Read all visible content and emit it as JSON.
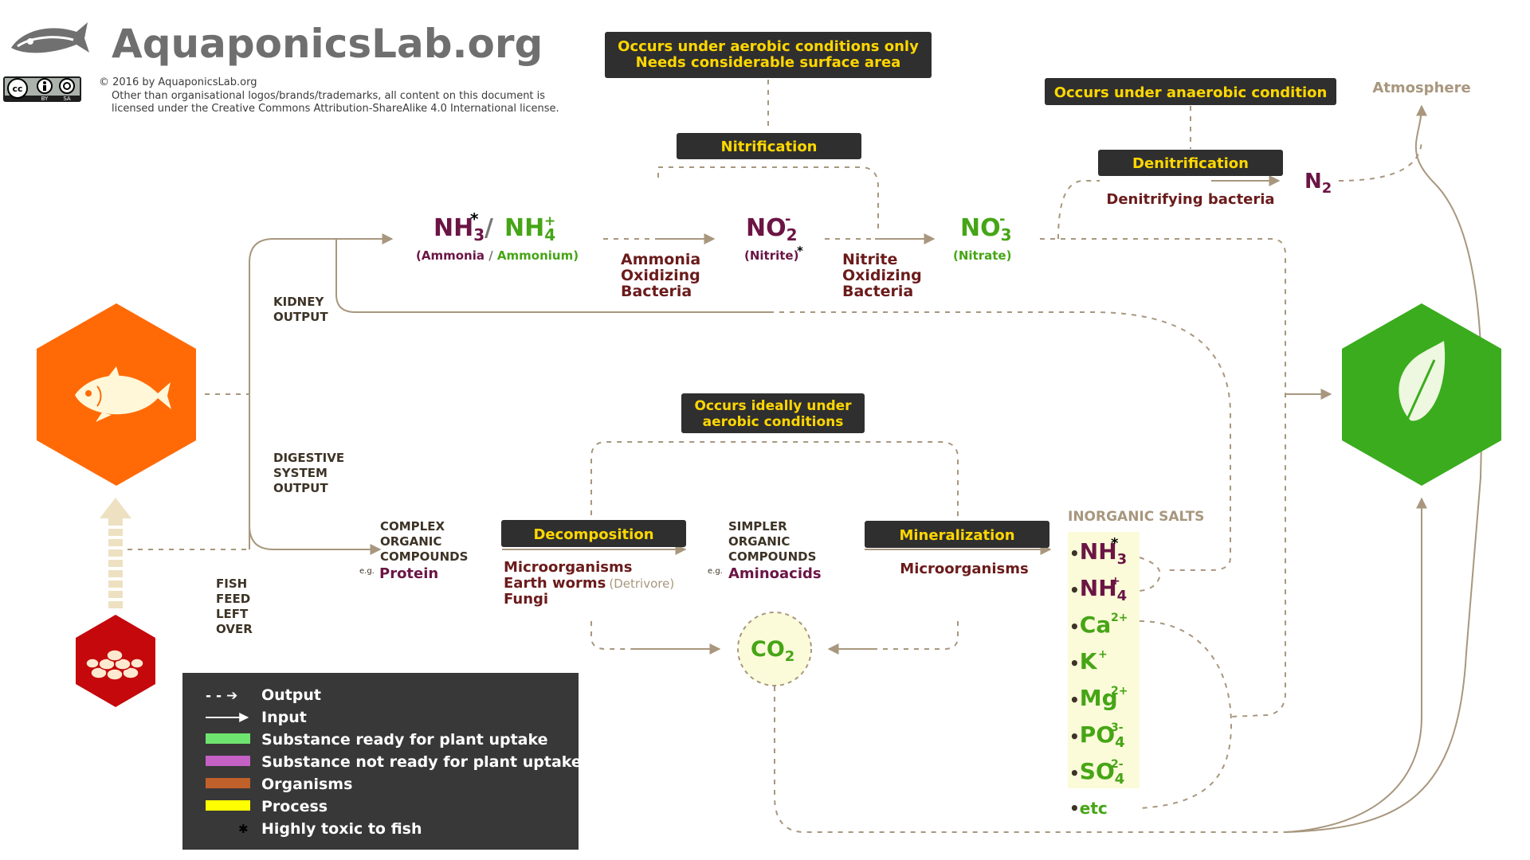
{
  "header": {
    "site_title": "AquaponicsLab.org",
    "copyright": "© 2016 by AquaponicsLab.org",
    "license_line1": "Other than organisational logos/brands/trademarks, all content on this document is",
    "license_line2": "licensed under the Creative Commons Attribution-ShareAlike 4.0 International license.",
    "cc_badge": {
      "cc": "cc",
      "by": "BY",
      "sa": "SA"
    }
  },
  "notes": {
    "nitrification_1": "Occurs under aerobic conditions only",
    "nitrification_2": "Needs considerable surface area",
    "denitrification": "Occurs under anaerobic condition",
    "decomposition_1": "Occurs ideally under",
    "decomposition_2": "aerobic conditions"
  },
  "processes": {
    "nitrification": "Nitrification",
    "denitrification": "Denitrification",
    "decomposition": "Decomposition",
    "mineralization": "Mineralization"
  },
  "atmosphere": "Atmosphere",
  "n2": {
    "base": "N",
    "sub": "2"
  },
  "nitrogen": {
    "nh3": {
      "base": "NH",
      "sub": "3",
      "sup": "*"
    },
    "slash": "/",
    "nh4": {
      "base": "NH",
      "sub": "4",
      "sup": "+"
    },
    "name_open": "(",
    "ammonia_name": "Ammonia",
    "name_slash": " / ",
    "ammonium_name": "Ammonium",
    "name_close": ")",
    "no2": {
      "base": "NO",
      "sub": "2",
      "sup": "-"
    },
    "nitrite_name": "(Nitrite)",
    "toxic_mark": "*",
    "no3": {
      "base": "NO",
      "sub": "3",
      "sup": "-"
    },
    "nitrate_name": "(Nitrate)"
  },
  "organisms": {
    "aob": [
      "Ammonia",
      "Oxidizing",
      "Bacteria"
    ],
    "nob": [
      "Nitrite",
      "Oxidizing",
      "Bacteria"
    ],
    "denitrifying": "Denitrifying bacteria",
    "decomposers_1": "Microorganisms",
    "decomposers_2": "Earth worms",
    "detrivore": "(Detrivore)",
    "decomposers_3": "Fungi",
    "mineralizers": "Microorganisms"
  },
  "fish_outputs": {
    "kidney": [
      "KIDNEY",
      "OUTPUT"
    ],
    "digestive": [
      "DIGESTIVE",
      "SYSTEM",
      "OUTPUT"
    ],
    "feed": [
      "FISH",
      "FEED",
      "LEFT",
      "OVER"
    ]
  },
  "compounds": {
    "complex": [
      "COMPLEX",
      "ORGANIC",
      "COMPOUNDS"
    ],
    "eg": "e.g.",
    "complex_example": "Protein",
    "simpler": [
      "SIMPLER",
      "ORGANIC",
      "COMPOUNDS"
    ],
    "simpler_example": "Aminoacids"
  },
  "co2": {
    "base": "CO",
    "sub": "2"
  },
  "salts": {
    "title": "INORGANIC SALTS",
    "items": [
      {
        "base": "NH",
        "sub": "3",
        "sup": "*",
        "kind": "not-ready"
      },
      {
        "base": "NH",
        "sub": "4",
        "sup": "+",
        "kind": "not-ready"
      },
      {
        "base": "Ca",
        "sub": "",
        "sup": "2+",
        "kind": "ready"
      },
      {
        "base": "K",
        "sub": "",
        "sup": "+",
        "kind": "ready"
      },
      {
        "base": "Mg",
        "sub": "",
        "sup": "2+",
        "kind": "ready"
      },
      {
        "base": "PO",
        "sub": "4",
        "sup": "3-",
        "kind": "ready"
      },
      {
        "base": "SO",
        "sub": "4",
        "sup": "2-",
        "kind": "ready"
      }
    ],
    "bullet": "•",
    "etc": "etc"
  },
  "legend": {
    "output_symbol": "- - ➔",
    "items": [
      {
        "label": "Output"
      },
      {
        "label": "Input"
      },
      {
        "label": "Substance ready for plant uptake",
        "color": "#6fe36f"
      },
      {
        "label": "Substance not ready for plant uptake",
        "color": "#c561c5"
      },
      {
        "label": "Organisms",
        "color": "#c0602a"
      },
      {
        "label": "Process",
        "color": "#ffff00"
      },
      {
        "label": "Highly toxic to fish"
      }
    ],
    "toxic_symbol": "✱"
  },
  "colors": {
    "note_bg": "#2f2f2f",
    "note_text": "#ffd700",
    "arrow": "#a8977e",
    "not_ready": "#6b1545",
    "ready": "#46a516",
    "organism": "#6b1b1b",
    "fish_orange": "#ff6a07",
    "plant_green": "#3aac1e",
    "feed_red": "#c4080b",
    "highlight": "#fbfbd9"
  },
  "icons": {
    "fish": "fish-icon",
    "leaf": "leaf-icon",
    "feed": "fish-feed-pellets-icon",
    "logo": "fish-logo-icon",
    "flow_arrow": "up-arrow-icon"
  }
}
